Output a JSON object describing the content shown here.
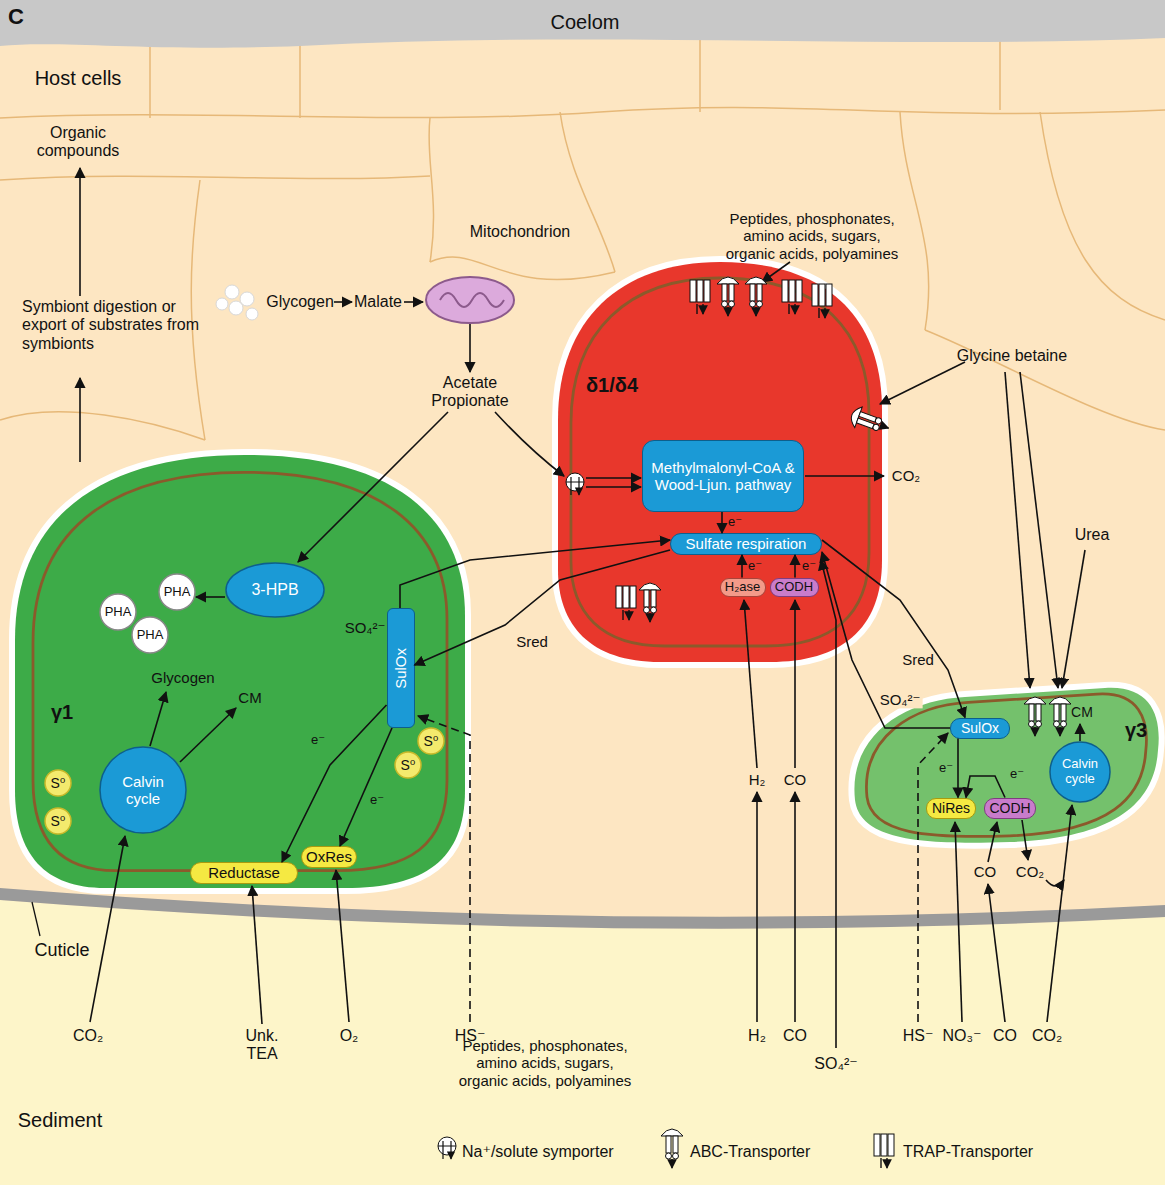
{
  "diagram": {
    "nodes": [
      {
        "text": [
          "γ1"
        ]
      },
      {
        "text": [
          "3-HPB"
        ],
        "in": 0
      },
      {
        "text": [
          "PHA"
        ],
        "in": 0
      },
      {
        "text": [
          "PHA"
        ],
        "in": 0
      },
      {
        "text": [
          "PHA"
        ],
        "in": 0
      },
      {
        "text": [
          "S⁰"
        ],
        "in": 0
      },
      {
        "text": [
          "S⁰"
        ],
        "in": 0
      },
      {
        "text": [
          "Calvin cycle"
        ],
        "in": 0
      },
      {
        "text": [
          "SulOx"
        ],
        "in": 0
      },
      {
        "text": [
          "S⁰"
        ],
        "in": 0
      },
      {
        "text": [
          "S⁰"
        ],
        "in": 0
      },
      {
        "text": [
          "Reductase"
        ],
        "in": 0
      },
      {
        "text": [
          "OxRes"
        ],
        "in": 0
      },
      {
        "text": [
          "Mitochondrion"
        ]
      },
      {
        "text": [
          "δ1/δ4"
        ]
      },
      {
        "text": [
          "Methylmalonyl-CoA & Wood-Ljun. pathway"
        ],
        "in": 14
      },
      {
        "text": [
          "Sulfate respiration"
        ],
        "in": 14
      },
      {
        "text": [
          "H₂ase"
        ],
        "in": 14
      },
      {
        "text": [
          "CODH"
        ],
        "in": 14
      },
      {
        "text": [
          "γ3"
        ]
      },
      {
        "text": [
          "SulOx"
        ],
        "in": 19
      },
      {
        "text": [
          "NiRes"
        ],
        "in": 19
      },
      {
        "text": [
          "CODH"
        ],
        "in": 19
      },
      {
        "text": [
          "Calvin cycle"
        ],
        "in": 19
      }
    ],
    "edges": [
      {
        "from": 15,
        "to": 16,
        "label": "e⁻",
        "arrow": "to"
      },
      {
        "from": 17,
        "to": 16,
        "label": "e⁻",
        "arrow": "to"
      },
      {
        "from": 18,
        "to": 16,
        "label": "e⁻",
        "arrow": "to"
      },
      {
        "from": 16,
        "to": 8,
        "label": "Sred",
        "arrow": "to"
      },
      {
        "from": 8,
        "to": 16,
        "label": "SO₄²⁻",
        "arrow": "to"
      },
      {
        "from": 16,
        "to": 20,
        "label": "Sred",
        "arrow": "to"
      },
      {
        "from": 20,
        "to": 16,
        "label": "SO₄²⁻",
        "arrow": "to"
      },
      {
        "from": 8,
        "to": 11,
        "label": "e⁻",
        "arrow": "to"
      },
      {
        "from": 8,
        "to": 12,
        "label": "e⁻",
        "arrow": "to"
      },
      {
        "from": 20,
        "to": 21,
        "label": "e⁻",
        "arrow": "to"
      },
      {
        "from": 22,
        "to": 21,
        "label": "e⁻",
        "arrow": "to"
      },
      {
        "from": 1,
        "to": 3,
        "arrow": "to"
      }
    ],
    "labels": [
      "C",
      "Coelom",
      "Host cells",
      "Organic compounds",
      "Symbiont digestion or export of substrates from symbionts",
      "Glycogen",
      "Malate",
      "Acetate Propionate",
      "Peptides, phosphonates, amino acids, sugars, organic acids, polyamines",
      "Glycine betaine",
      "Urea",
      "Glycogen",
      "CM",
      "CO₂",
      "CM",
      "H₂",
      "CO",
      "CO",
      "CO₂",
      "Cuticle",
      "CO₂",
      "Unk. TEA",
      "O₂",
      "HS⁻",
      "Peptides, phosphonates, amino acids, sugars, organic acids, polyamines",
      "H₂",
      "CO",
      "SO₄²⁻",
      "HS⁻",
      "NO₃⁻",
      "CO",
      "CO₂",
      "Sediment"
    ],
    "legend": [
      {
        "text": "Na⁺/solute symporter"
      },
      {
        "text": "ABC-Transporter"
      },
      {
        "text": "TRAP-Transporter"
      }
    ]
  }
}
